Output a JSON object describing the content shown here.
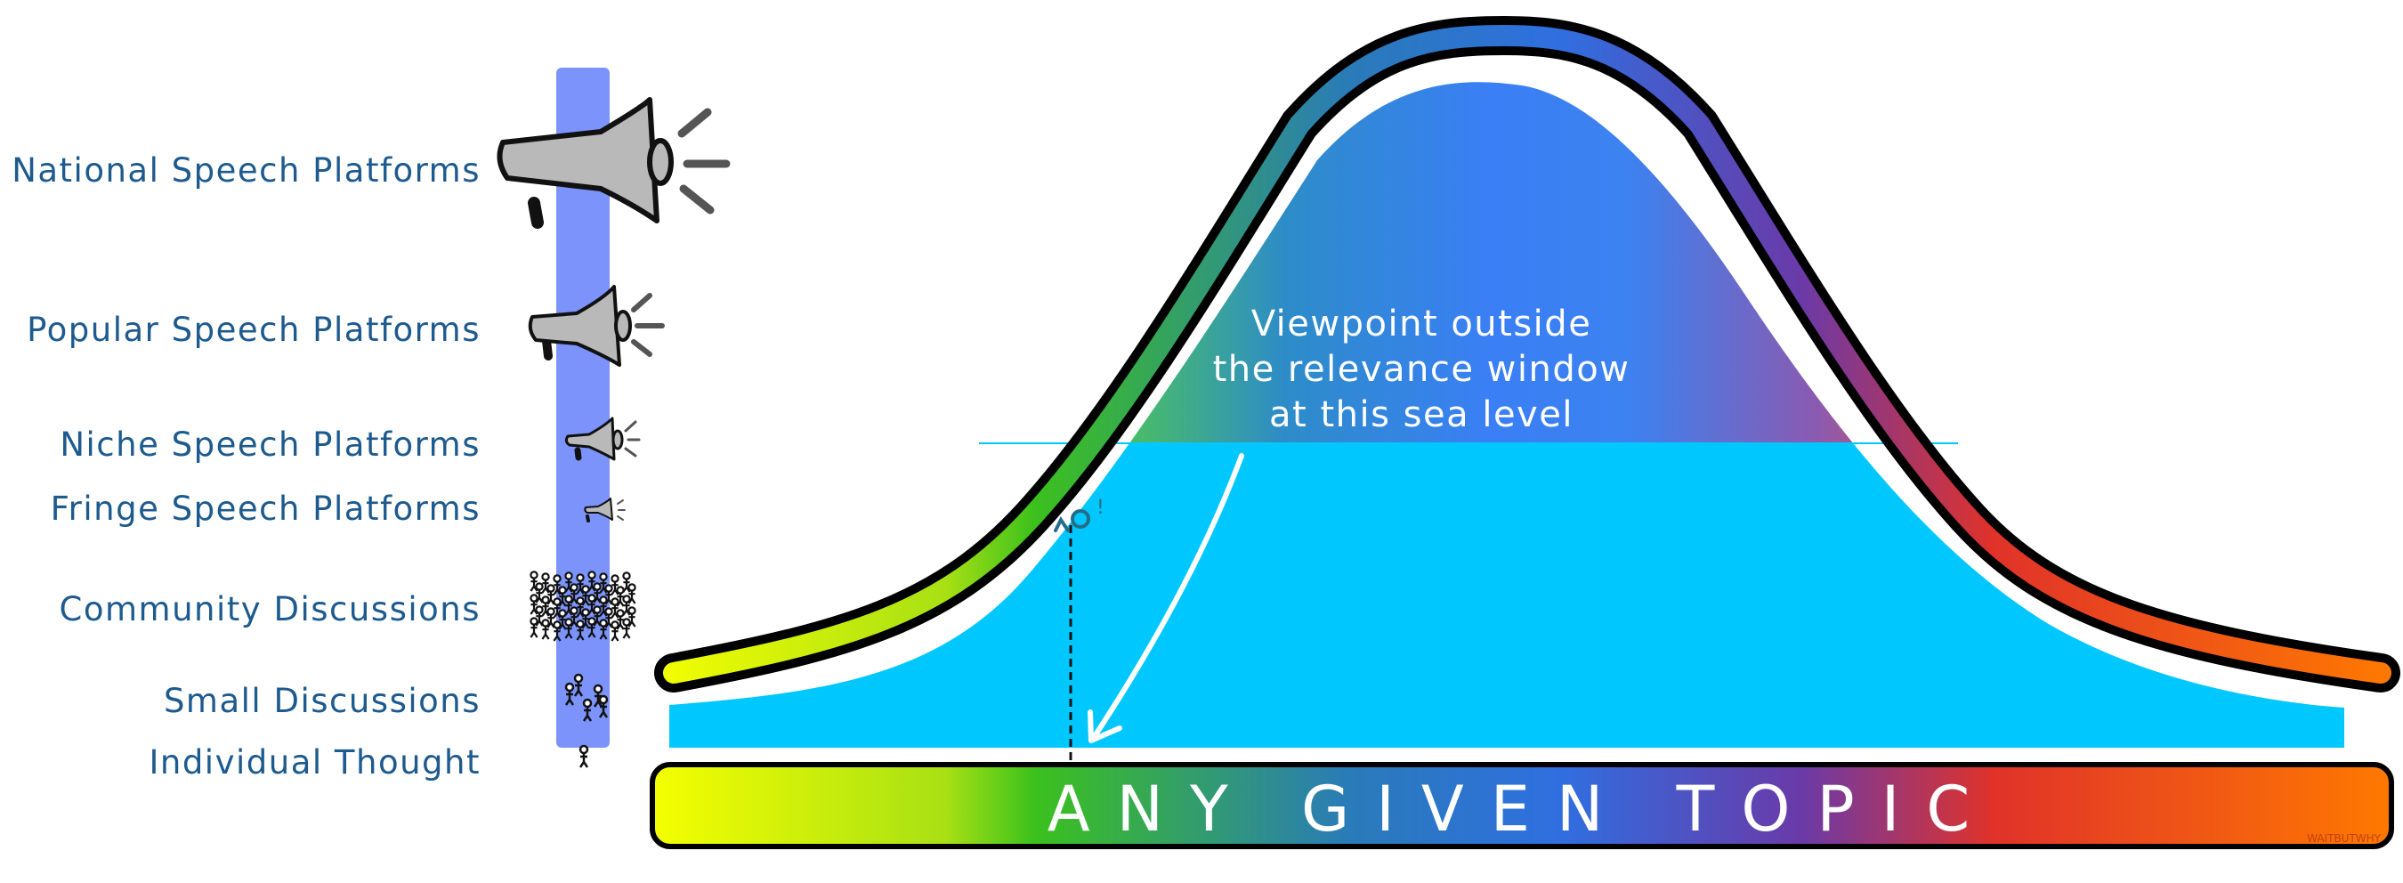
{
  "levels": [
    "National Speech Platforms",
    "Popular Speech Platforms",
    "Niche Speech Platforms",
    "Fringe Speech Platforms",
    "Community Discussions",
    "Small Discussions",
    "Individual Thought"
  ],
  "window_caption": [
    "Viewpoint outside",
    "the relevance window",
    "at this sea level"
  ],
  "topic_bar_label": "ANY GIVEN TOPIC",
  "person_exclaim": "!",
  "signature": "WAITBUTWHY",
  "colors": {
    "label_text": "#1d5a8e",
    "pillar": "#7b93fb",
    "sea": "#00c8ff",
    "spectrum": [
      "#f5ff00",
      "#3cc11c",
      "#2f6fe0",
      "#e0322a",
      "#ff7a00"
    ]
  }
}
